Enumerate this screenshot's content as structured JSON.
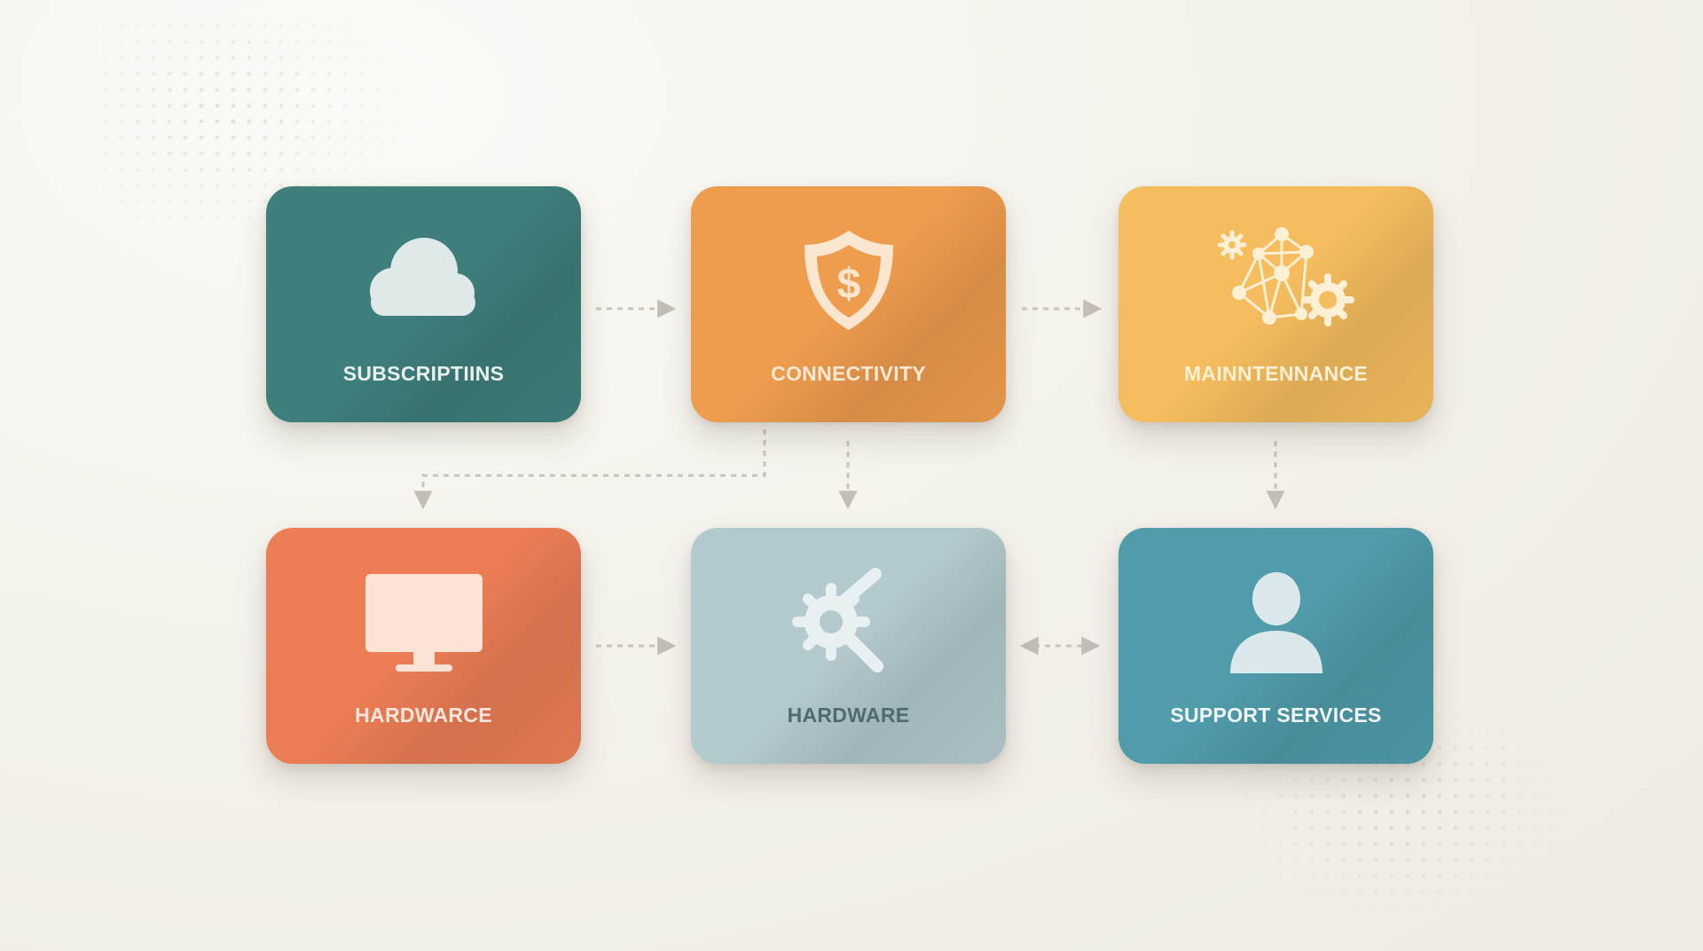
{
  "cards": [
    {
      "label": "SUBSCRIPTIINS",
      "icon": "cloud-icon",
      "color": "#3f7f7c"
    },
    {
      "label": "CONNECTIVITY",
      "icon": "shield-dollar-icon",
      "color": "#ee9c4e"
    },
    {
      "label": "MAINNTENNANCE",
      "icon": "network-gears-icon",
      "color": "#f5bd5e"
    },
    {
      "label": "HARDWARCE",
      "icon": "monitor-icon",
      "color": "#ec7d55"
    },
    {
      "label": "HARDWARE",
      "icon": "gear-wrench-icon",
      "color": "#b3cacf"
    },
    {
      "label": "SUPPORT SERVICES",
      "icon": "person-icon",
      "color": "#509cab"
    }
  ]
}
